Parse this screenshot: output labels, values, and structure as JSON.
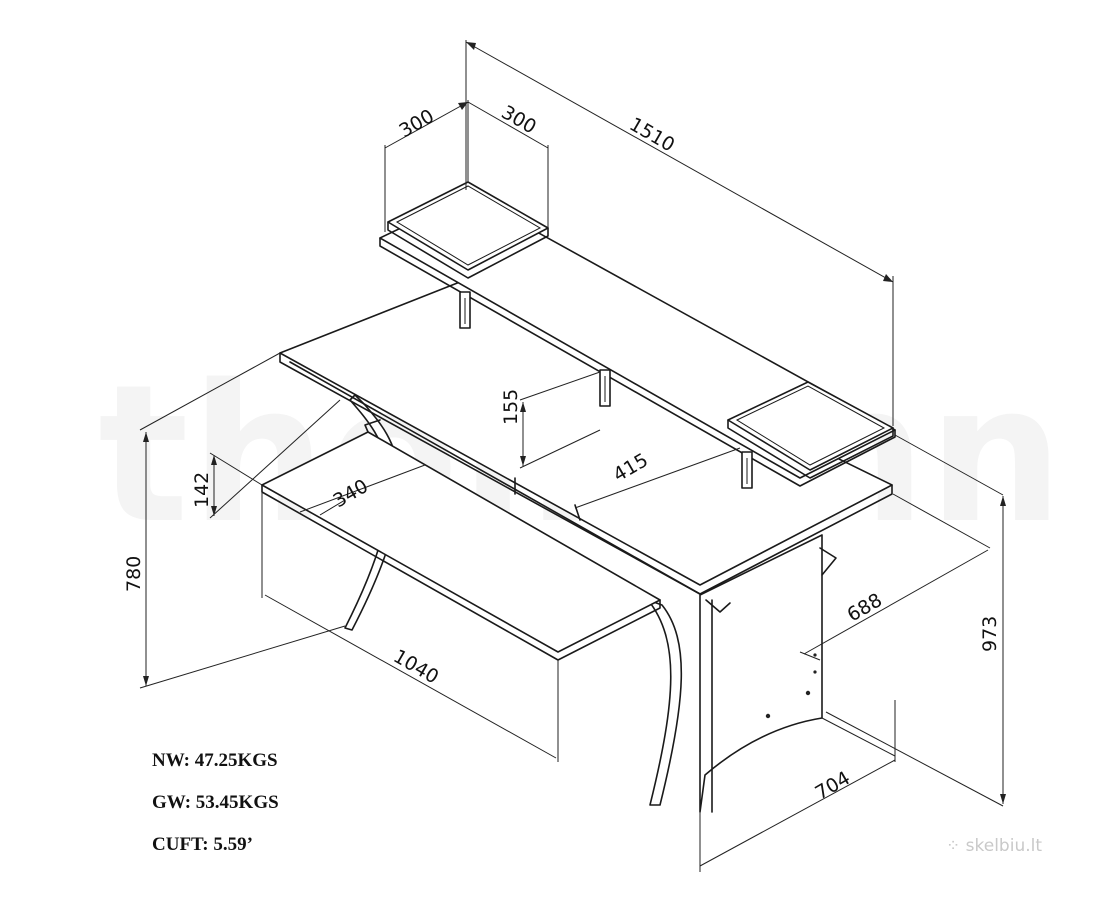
{
  "watermark": {
    "brand": "thomann",
    "site": "skelbiu.lt"
  },
  "dimensions": {
    "shelf_left_width": "300",
    "shelf_left_depth": "300",
    "total_width": "1510",
    "shelf_height": "155",
    "tray_height": "142",
    "tray_depth": "340",
    "gap_depth": "415",
    "desk_height": "780",
    "desk_depth": "688",
    "total_height": "973",
    "tray_width": "1040",
    "base_depth": "704"
  },
  "specs": {
    "net_weight": "NW: 47.25KGS",
    "gross_weight": "GW: 53.45KGS",
    "volume": "CUFT: 5.59’"
  }
}
